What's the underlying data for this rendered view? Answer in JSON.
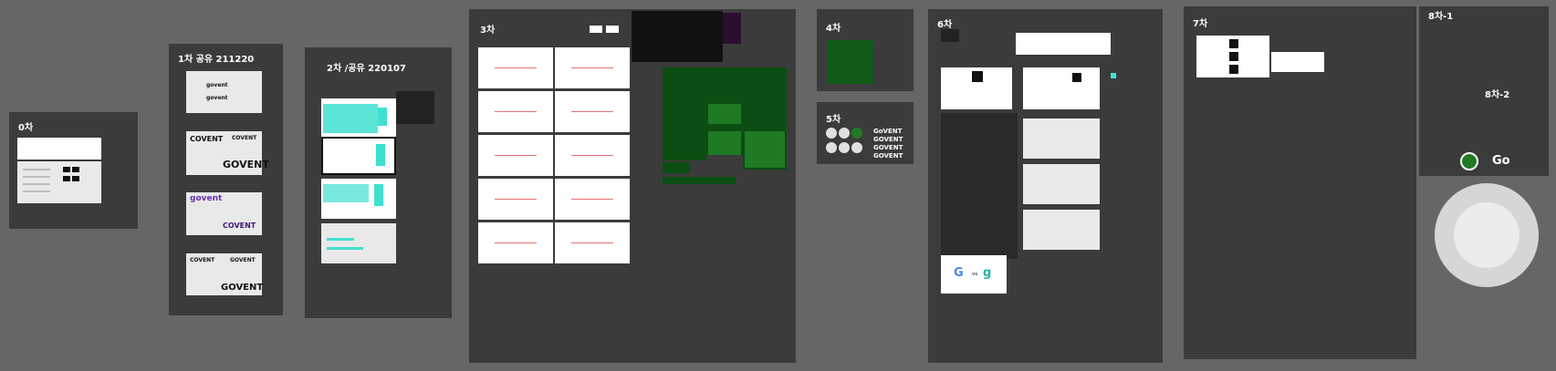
{
  "canvas": {
    "background": "#666666",
    "frame_color": "#3b3b3b",
    "accent_green": "#1f7a24",
    "accent_teal": "#40e0d0",
    "notice_red": "#e53935"
  },
  "frames": {
    "f0": "0차",
    "f1": "1차 공유 211220",
    "f2": "2차 /공유 220107",
    "f3": "3차",
    "f4": "4차",
    "f5": "5차",
    "f6": "6차",
    "f7": "7차",
    "f8a": "8차-1",
    "f8b": "8차-2"
  },
  "logos": {
    "covent": "COVENT",
    "govent": "GOVENT",
    "govent_mixed": "GoVENT",
    "govent_lower": "govent",
    "go": "Go",
    "vs": "vs"
  }
}
